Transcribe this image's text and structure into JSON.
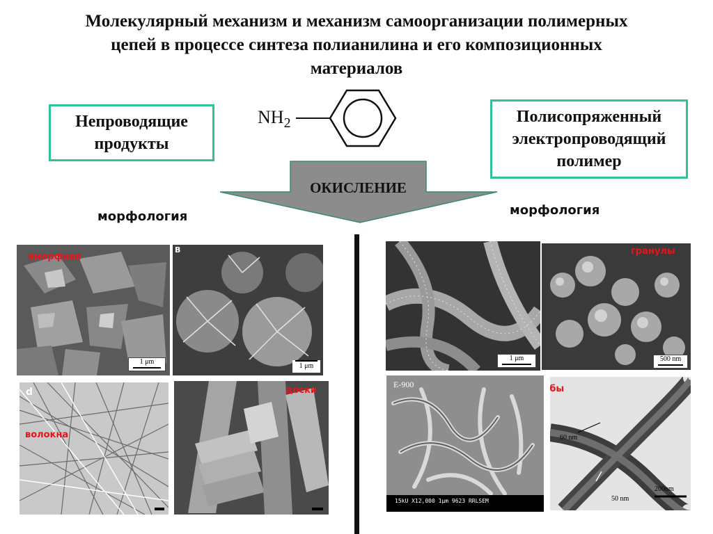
{
  "title_lines": [
    "Молекулярный механизм и механизм самоорганизации полимерных",
    "цепей в процессе синтеза полианилина и его композиционных",
    "материалов"
  ],
  "left_box": {
    "lines": [
      "Непроводящие",
      "продукты"
    ]
  },
  "right_box": {
    "lines": [
      "Полисопряженный",
      "электропроводящий",
      "полимер"
    ]
  },
  "molecule": {
    "group": "NH",
    "subscript": "2"
  },
  "arrow_label": "ОКИСЛЕНИЕ",
  "morphology_left": "морфология",
  "morphology_right": "морфология",
  "left_images": {
    "amorphous": {
      "label": "аморфная",
      "scale": "1 μm"
    },
    "flowers": {
      "corner": "B",
      "scale": "1 μm"
    },
    "fibers": {
      "corner": "d",
      "label": "волокна"
    },
    "boards": {
      "label": "доски"
    }
  },
  "right_images": {
    "spiky": {
      "scale": "1 μm"
    },
    "granules": {
      "label": "гранулы",
      "scale": "500 nm"
    },
    "tubes_sem": {
      "corner": "E-900",
      "info": "15kU  X12,000   1μm  9623 RRLSEM"
    },
    "tubes_tem": {
      "label": "трубы",
      "dim1": "60 nm",
      "dim2": "50 nm",
      "scale": "200nm"
    }
  },
  "colors": {
    "box_border": "#2fc39a",
    "arrow_fill": "#8c8c8c",
    "label_red": "#e8141c"
  }
}
